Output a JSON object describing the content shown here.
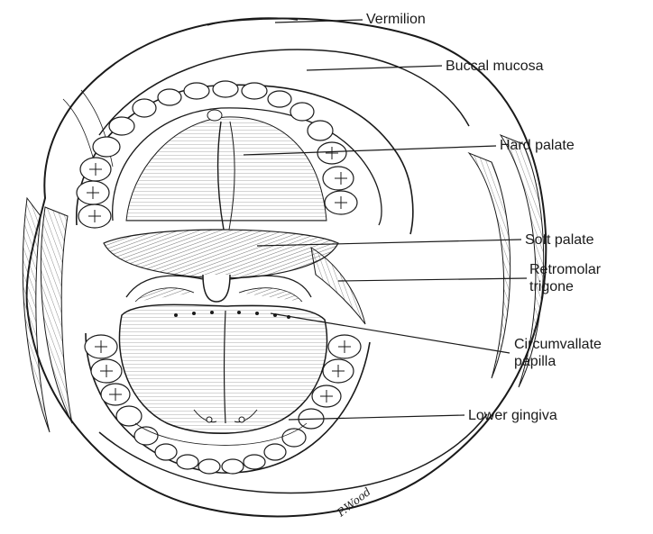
{
  "labels": {
    "vermilion": "Vermilion",
    "buccal_mucosa": "Buccal mucosa",
    "hard_palate": "Hard palate",
    "soft_palate": "Soft palate",
    "retromolar_trigone_line1": "Retromolar",
    "retromolar_trigone_line2": "trigone",
    "circumvallate_papilla_line1": "Circumvallate",
    "circumvallate_papilla_line2": "papilla",
    "lower_gingiva": "Lower gingiva"
  },
  "signature": "P.Wood",
  "colors": {
    "ink": "#1a1a1a",
    "background": "#ffffff"
  }
}
